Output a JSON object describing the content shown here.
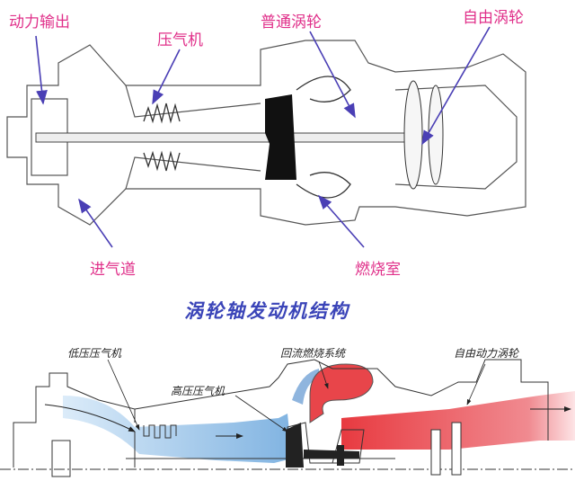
{
  "top_diagram": {
    "title": "涡轮轴发动机结构",
    "labels": {
      "power_output": "动力输出",
      "compressor": "压气机",
      "turbine": "普通涡轮",
      "free_turbine": "自由涡轮",
      "intake": "进气道",
      "combustor": "燃烧室"
    },
    "colors": {
      "label": "#e0308a",
      "title": "#3a44b8",
      "arrow": "#4a3fb5"
    }
  },
  "bottom_diagram": {
    "labels": {
      "lp_compressor": "低压压气机",
      "hp_compressor": "高压压气机",
      "reverse_flow_combustor": "回流燃烧系统",
      "free_power_turbine": "自由动力涡轮"
    },
    "colors": {
      "cold_flow": "#8fc1ea",
      "hot_flow": "#e8454a"
    }
  }
}
